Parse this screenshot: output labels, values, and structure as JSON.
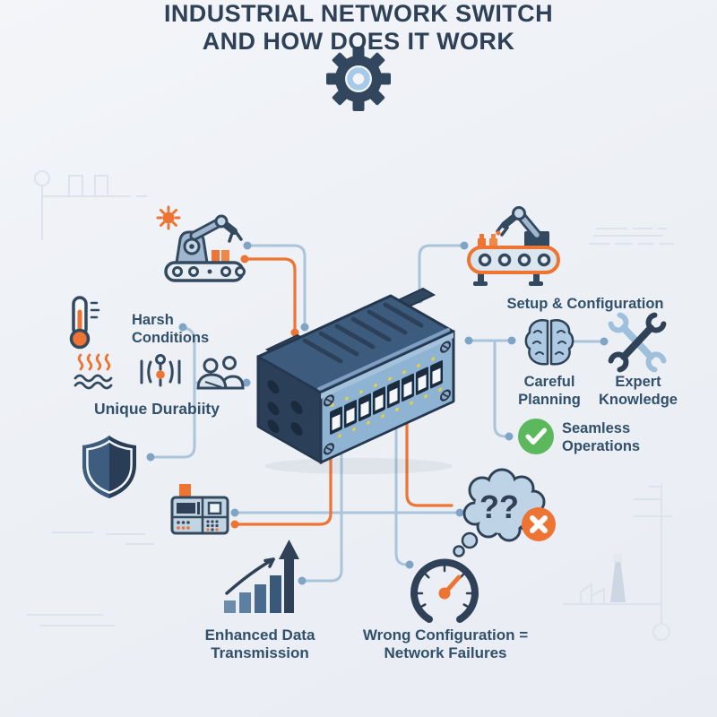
{
  "title": {
    "line1": "INDUSTRIAL NETWORK SWITCH",
    "line2": "AND HOW DOES IT WORK"
  },
  "labels": {
    "harsh": [
      "Harsh",
      "Conditions"
    ],
    "durability": "Unique Durabiity",
    "setup": "Setup & Configuration",
    "planning": [
      "Careful",
      "Planning"
    ],
    "expert": [
      "Expert",
      "Knowledge"
    ],
    "seamless": [
      "Seamless",
      "Operations"
    ],
    "enhanced": [
      "Enhanced Data",
      "Transmission"
    ],
    "wrong": [
      "Wrong Configuration =",
      "Network Failures"
    ],
    "questions": "??"
  },
  "icons": [
    "gear-icon",
    "robot-arm-left-icon",
    "robot-arm-right-icon",
    "thermometer-icon",
    "heat-waves-icon",
    "vibration-icon",
    "people-icon",
    "shield-icon",
    "network-switch-illustration",
    "controller-device-icon",
    "growth-chart-icon",
    "brain-icon",
    "wrenches-icon",
    "check-circle-icon",
    "thought-bubble-icon",
    "error-x-icon",
    "gauge-icon"
  ],
  "colors": {
    "navy": "#2E4156",
    "label_blue": "#31506B",
    "orange": "#ED7433",
    "line_blue": "#A9C4DB",
    "dot_blue": "#7FA5C6",
    "light_blue": "#BFD3E6",
    "steel_blue": "#5B7FA6",
    "green": "#5CB85C",
    "switch_front": "#8FB3D3",
    "led_yellow": "#E9CE3C",
    "background": "#EDF0F5"
  }
}
